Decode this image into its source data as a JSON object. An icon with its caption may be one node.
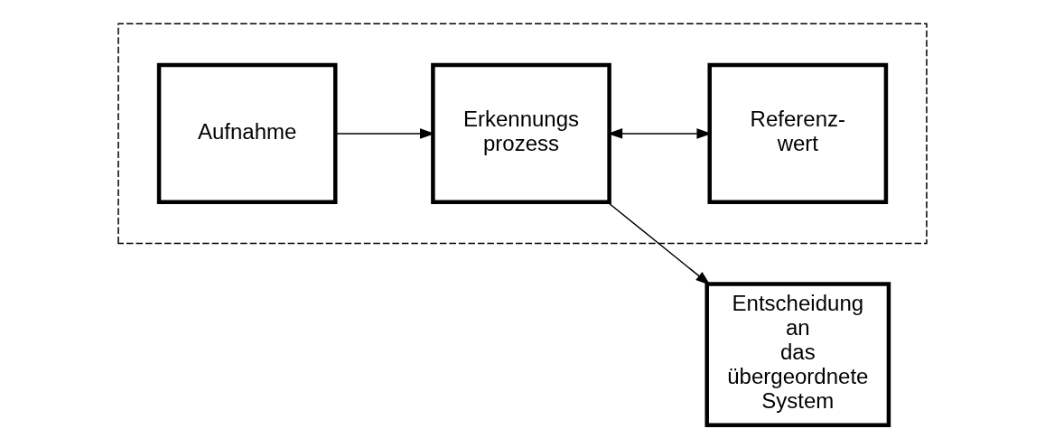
{
  "diagram": {
    "nodes": [
      {
        "text": [],
        "shape": "box"
      },
      {
        "text": [
          "Erkennungs prozess"
        ],
        "in": 0
      },
      {
        "text": [
          "Referenz- wert"
        ],
        "in": 0
      },
      {
        "text": [
          "Aufnahme"
        ],
        "in": 0
      },
      {
        "text": [
          "Entscheidung an das übergeordnete System"
        ]
      }
    ],
    "edges": [
      {
        "from": 3,
        "to": 1,
        "arrow": "to"
      },
      {
        "from": 1,
        "to": 2,
        "arrow": "both"
      },
      {
        "from": 1,
        "to": 4,
        "arrow": "to"
      }
    ]
  }
}
